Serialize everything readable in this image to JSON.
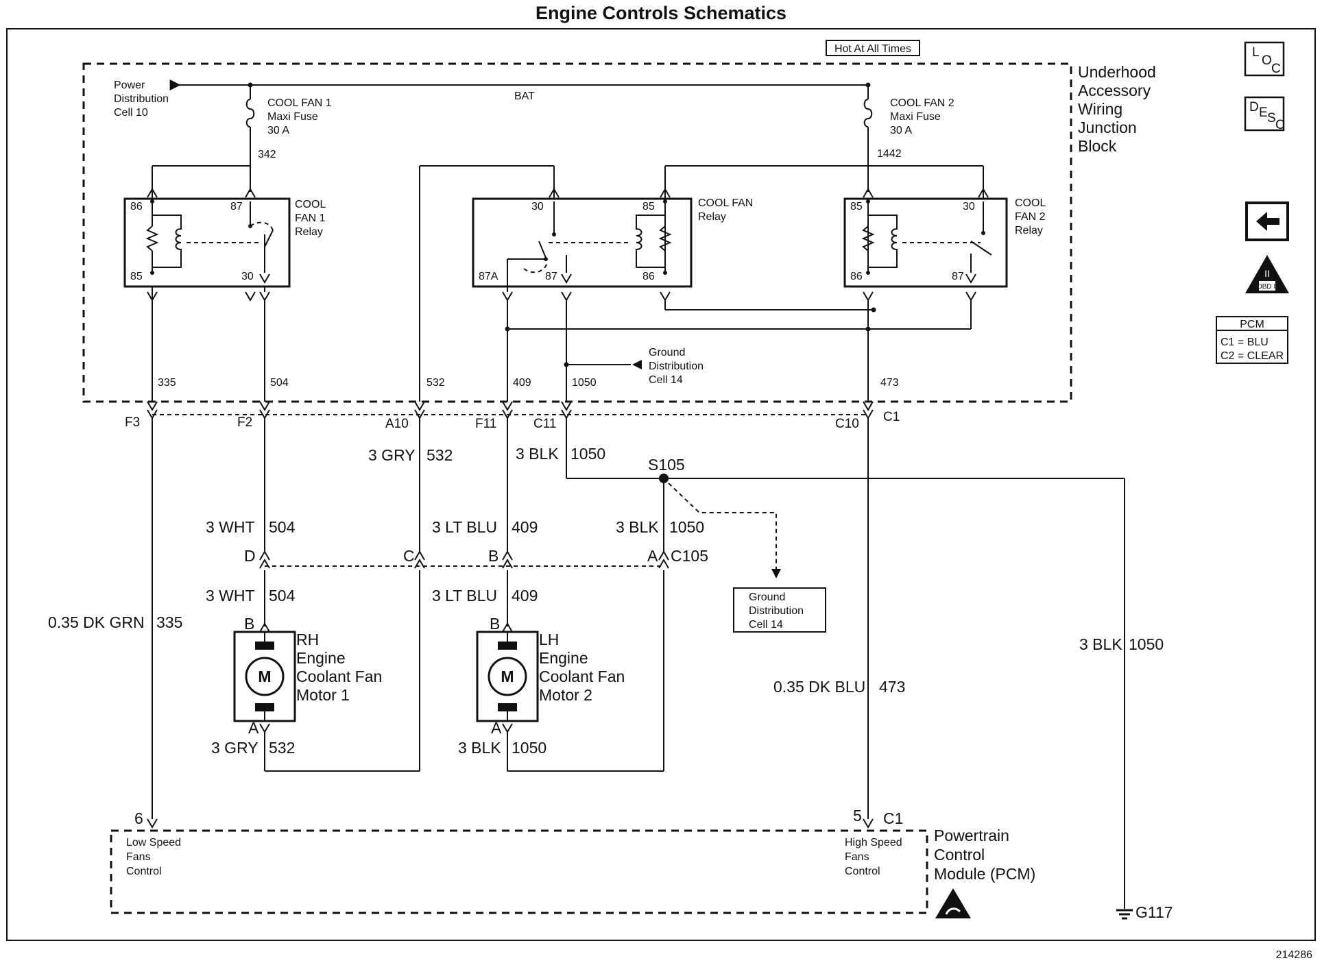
{
  "title": "Engine Controls Schematics",
  "figure_id": "214286",
  "hot_label": "Hot At All Times",
  "junction_block_label": [
    "Underhood",
    "Accessory",
    "Wiring",
    "Junction",
    "Block"
  ],
  "pcm_label": [
    "Powertrain",
    "Control",
    "Module (PCM)"
  ],
  "power_dist": [
    "Power",
    "Distribution",
    "Cell 10"
  ],
  "bat": "BAT",
  "fuse1": [
    "COOL FAN 1",
    "Maxi Fuse",
    "30 A"
  ],
  "fuse2": [
    "COOL FAN 2",
    "Maxi Fuse",
    "30 A"
  ],
  "relay1": {
    "name": [
      "COOL",
      "FAN 1",
      "Relay"
    ],
    "pins": [
      "86",
      "87",
      "85",
      "30"
    ]
  },
  "relay_mid": {
    "name": [
      "COOL FAN",
      "Relay"
    ],
    "pins": [
      "30",
      "85",
      "87A",
      "87",
      "86"
    ]
  },
  "relay2": {
    "name": [
      "COOL",
      "FAN 2",
      "Relay"
    ],
    "pins": [
      "85",
      "30",
      "86",
      "87"
    ]
  },
  "ground_dist_inner": [
    "Ground",
    "Distribution",
    "Cell 14"
  ],
  "ground_dist_box": [
    "Ground",
    "Distribution",
    "Cell 14"
  ],
  "circuits_inner": {
    "c342": "342",
    "c1442": "1442",
    "c335": "335",
    "c504": "504",
    "c532": "532",
    "c409": "409",
    "c1050": "1050",
    "c473": "473"
  },
  "connectors_top": {
    "f3": "F3",
    "f2": "F2",
    "a10": "A10",
    "f11": "F11",
    "c11": "C11",
    "c10": "C10",
    "c1": "C1"
  },
  "wires": {
    "gry532": "3 GRY",
    "gry532n": "532",
    "blk1050": "3 BLK",
    "blk1050n": "1050",
    "s105": "S105",
    "wht504a": "3 WHT",
    "wht504an": "504",
    "ltblu409a": "3 LT BLU",
    "ltblu409an": "409",
    "blk1050b": "3 BLK",
    "blk1050bn": "1050",
    "wht504b": "3 WHT",
    "wht504bn": "504",
    "ltblu409b": "3 LT BLU",
    "ltblu409bn": "409",
    "dkgrn335": "0.35 DK GRN",
    "dkgrn335n": "335",
    "dkblu473": "0.35 DK BLU",
    "dkblu473n": "473",
    "blk1050c": "3 BLK",
    "blk1050cn": "1050",
    "gry532b": "3 GRY",
    "gry532bn": "532",
    "blk1050d": "3 BLK",
    "blk1050dn": "1050"
  },
  "c105": {
    "d": "D",
    "c": "C",
    "b": "B",
    "a": "A",
    "name": "C105"
  },
  "motor1": {
    "label": [
      "RH",
      "Engine",
      "Coolant Fan",
      "Motor 1"
    ],
    "pin_b": "B",
    "pin_a": "A",
    "m": "M"
  },
  "motor2": {
    "label": [
      "LH",
      "Engine",
      "Coolant Fan",
      "Motor 2"
    ],
    "pin_b": "B",
    "pin_a": "A",
    "m": "M"
  },
  "pcm_pins": {
    "p6": "6",
    "p5": "5",
    "c1": "C1"
  },
  "pcm_low": [
    "Low Speed",
    "Fans",
    "Control"
  ],
  "pcm_high": [
    "High Speed",
    "Fans",
    "Control"
  ],
  "ground": "G117",
  "side": {
    "loc": [
      "L",
      "O",
      "C"
    ],
    "desc": [
      "D",
      "E",
      "S",
      "C"
    ],
    "obd": "OBD II",
    "obd_roman": "II",
    "pcm_head": "PCM",
    "pcm_c1": "C1 = BLU",
    "pcm_c2": "C2 = CLEAR"
  }
}
